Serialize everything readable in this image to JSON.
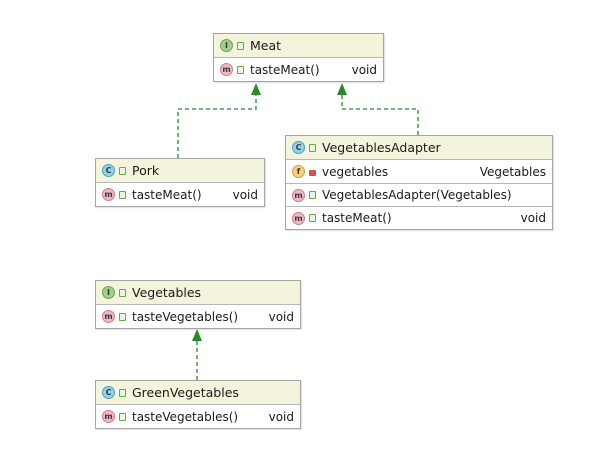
{
  "classes": {
    "meat": {
      "kind": "I",
      "name": "Meat",
      "members": [
        {
          "kind": "m",
          "name": "tasteMeat()",
          "type": "void"
        }
      ]
    },
    "pork": {
      "kind": "C",
      "name": "Pork",
      "members": [
        {
          "kind": "m",
          "name": "tasteMeat()",
          "type": "void"
        }
      ]
    },
    "adapter": {
      "kind": "C",
      "name": "VegetablesAdapter",
      "members": [
        {
          "kind": "f",
          "name": "vegetables",
          "type": "Vegetables"
        },
        {
          "kind": "m",
          "name": "VegetablesAdapter(Vegetables)",
          "type": ""
        },
        {
          "kind": "m",
          "name": "tasteMeat()",
          "type": "void"
        }
      ]
    },
    "vegetables": {
      "kind": "I",
      "name": "Vegetables",
      "members": [
        {
          "kind": "m",
          "name": "tasteVegetables()",
          "type": "void"
        }
      ]
    },
    "green": {
      "kind": "C",
      "name": "GreenVegetables",
      "members": [
        {
          "kind": "m",
          "name": "tasteVegetables()",
          "type": "void"
        }
      ]
    }
  },
  "relations": [
    {
      "from": "Pork",
      "to": "Meat",
      "type": "implements"
    },
    {
      "from": "VegetablesAdapter",
      "to": "Meat",
      "type": "implements"
    },
    {
      "from": "GreenVegetables",
      "to": "Vegetables",
      "type": "implements"
    }
  ],
  "colors": {
    "arrow": "#2a8a2a",
    "header_bg": "#f4f3dc",
    "interface_icon": "#9fcf8a",
    "class_icon": "#8fd2ea",
    "method_icon": "#f0b7c0",
    "field_icon": "#f7d27a"
  }
}
